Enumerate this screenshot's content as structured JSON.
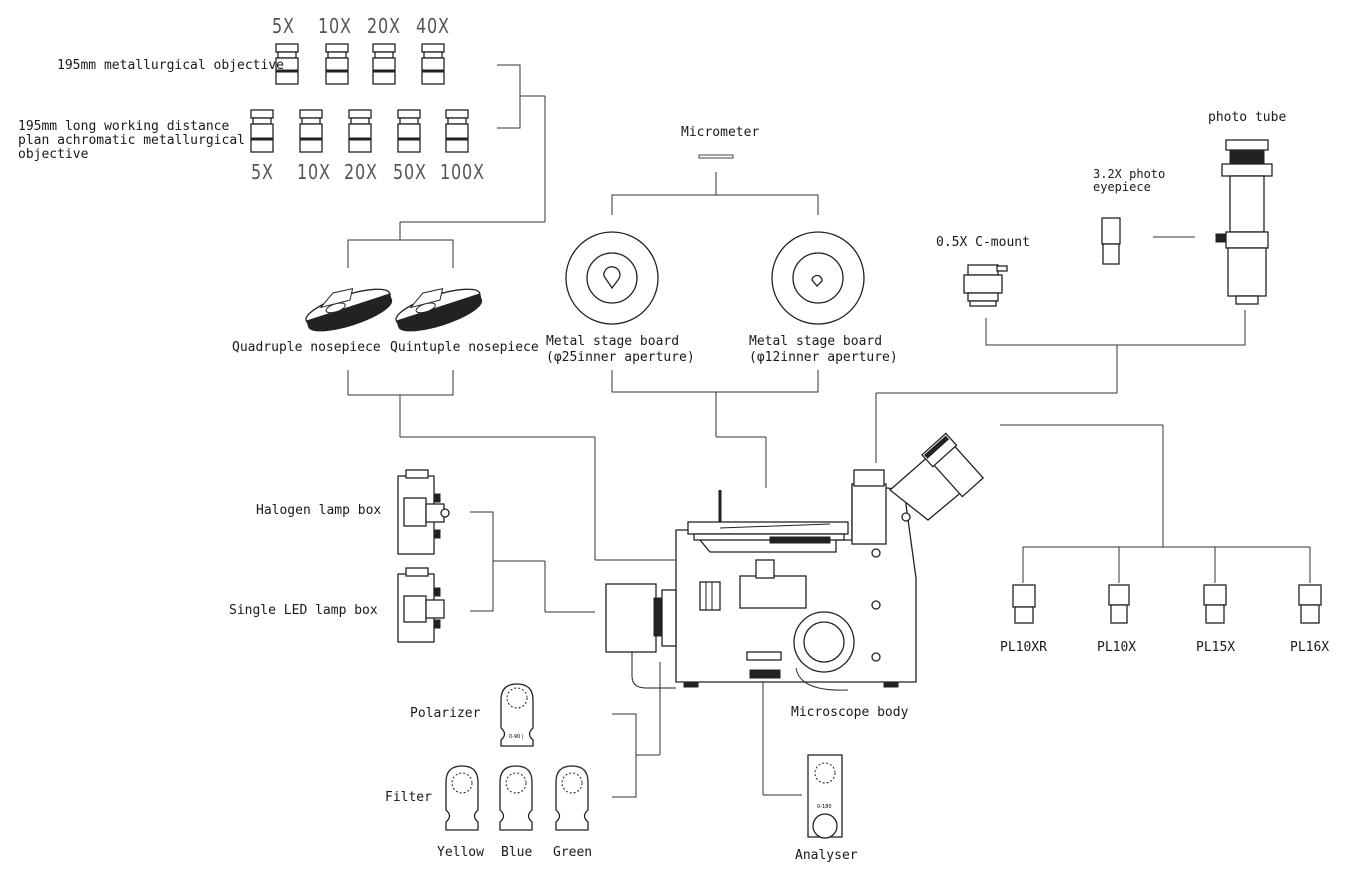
{
  "objectives": {
    "metallurgical_label": "195mm metallurgical objective",
    "metallurgical_mags": [
      "5X",
      "10X",
      "20X",
      "40X"
    ],
    "long_wd_label": "195mm long working distance\nplan achromatic metallurgical\nobjective",
    "long_wd_mags": [
      "5X",
      "10X",
      "20X",
      "50X",
      "100X"
    ]
  },
  "nosepieces": {
    "quadruple": "Quadruple nosepiece",
    "quintuple": "Quintuple nosepiece"
  },
  "stage": {
    "micrometer": "Micrometer",
    "board25": "Metal stage board\n(φ25inner aperture)",
    "board12": "Metal stage board\n(φ12inner aperture)"
  },
  "camera": {
    "photo_tube": "photo tube",
    "photo_eyepiece": "3.2X photo\neyepiece",
    "c_mount": "0.5X C-mount"
  },
  "lamps": {
    "halogen": "Halogen lamp box",
    "led": "Single LED lamp box"
  },
  "eyepieces": [
    "PL10XR",
    "PL10X",
    "PL15X",
    "PL16X"
  ],
  "filters": {
    "polarizer": "Polarizer",
    "filter": "Filter",
    "colors": [
      "Yellow",
      "Blue",
      "Green"
    ]
  },
  "body": {
    "microscope_body": "Microscope body",
    "analyser": "Analyser"
  }
}
